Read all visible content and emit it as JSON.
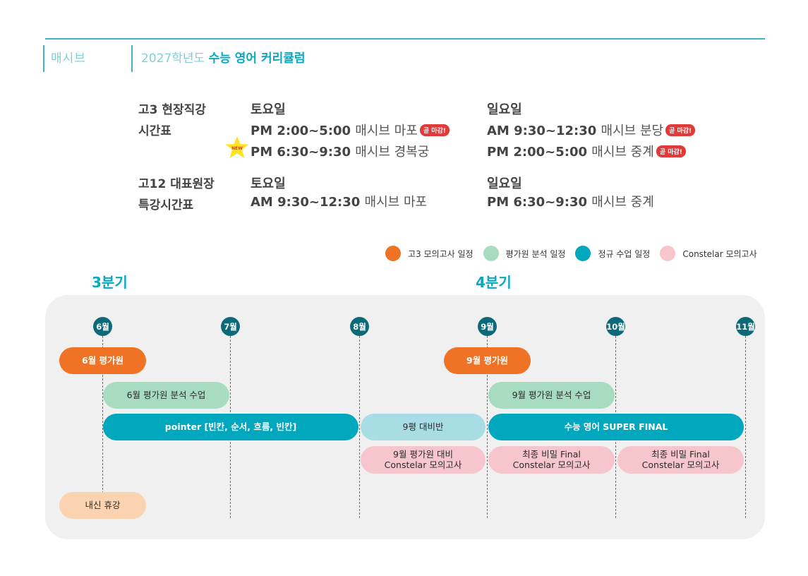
{
  "header": {
    "brand": "매시브",
    "title_prefix": "2027학년도",
    "title_main": "수능 영어 커리큘럼"
  },
  "schedule": {
    "g3_label_line1": "고3 현장직강",
    "g3_label_line2": "시간표",
    "sat_label": "토요일",
    "sun_label": "일요일",
    "g3_sat": [
      {
        "time": "PM 2:00~5:00",
        "location": "매시브 마포",
        "badge": "곧 마감!"
      },
      {
        "time": "PM 6:30~9:30",
        "location": "매시브 경복궁",
        "badge": ""
      }
    ],
    "g3_sun": [
      {
        "time": "AM 9:30~12:30",
        "location": "매시브 분당",
        "badge": "곧 마감!"
      },
      {
        "time": "PM 2:00~5:00",
        "location": "매시브 중계",
        "badge": "곧 마감!"
      }
    ],
    "new_label": "NEW",
    "g12_label_line1": "고12 대표원장",
    "g12_label_line2": "특강시간표",
    "g12_sat": {
      "time": "AM 9:30~12:30",
      "location": "매시브 마포"
    },
    "g12_sun": {
      "time": "PM 6:30~9:30",
      "location": "매시브 중계"
    }
  },
  "legend": [
    {
      "label": "고3 모의고사 일정",
      "color": "#f07224"
    },
    {
      "label": "평가원 분석 일정",
      "color": "#a8dcc0"
    },
    {
      "label": "정규 수업 일정",
      "color": "#00a7bd"
    },
    {
      "label": "Constelar 모의고사",
      "color": "#f6c6cc"
    }
  ],
  "quarters": {
    "q3": "3분기",
    "q4": "4분기"
  },
  "months": [
    "6월",
    "7월",
    "8월",
    "9월",
    "10월",
    "11월"
  ],
  "bars": [
    {
      "label": "6월 평가원",
      "color_key": "orange"
    },
    {
      "label": "9월 평가원",
      "color_key": "orange"
    },
    {
      "label": "6월 평가원 분석 수업",
      "color_key": "green"
    },
    {
      "label": "9월 평가원 분석 수업",
      "color_key": "green"
    },
    {
      "label": "pointer [빈칸, 순서, 흐름, 빈칸]",
      "color_key": "teal"
    },
    {
      "label": "9평 대비반",
      "color_key": "lightblue"
    },
    {
      "label": "수능 영어 SUPER FINAL",
      "color_key": "teal"
    },
    {
      "label": "9월 평가원 대비\nConstelar 모의고사",
      "color_key": "pink"
    },
    {
      "label": "최종 비밀 Final\nConstelar 모의고사",
      "color_key": "pink"
    },
    {
      "label": "최종 비밀 Final\nConstelar 모의고사",
      "color_key": "pink"
    },
    {
      "label": "내신 휴강",
      "color_key": "peach"
    }
  ]
}
